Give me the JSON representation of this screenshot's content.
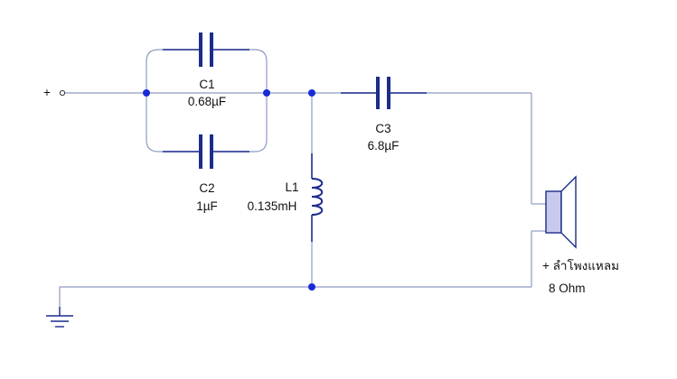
{
  "input": {
    "label": "+"
  },
  "components": {
    "c1": {
      "name": "C1",
      "value": "0.68µF"
    },
    "c2": {
      "name": "C2",
      "value": "1µF"
    },
    "c3": {
      "name": "C3",
      "value": "6.8µF"
    },
    "l1": {
      "name": "L1",
      "value": "0.135mH"
    }
  },
  "speaker": {
    "label": "+ ลำโพงแหลม",
    "impedance": "8 Ohm"
  },
  "colors": {
    "wire": "#8f9bc4",
    "component": "#1c2c8c",
    "junction": "#1a2ad6",
    "speaker_fill": "#c9c9ee"
  }
}
